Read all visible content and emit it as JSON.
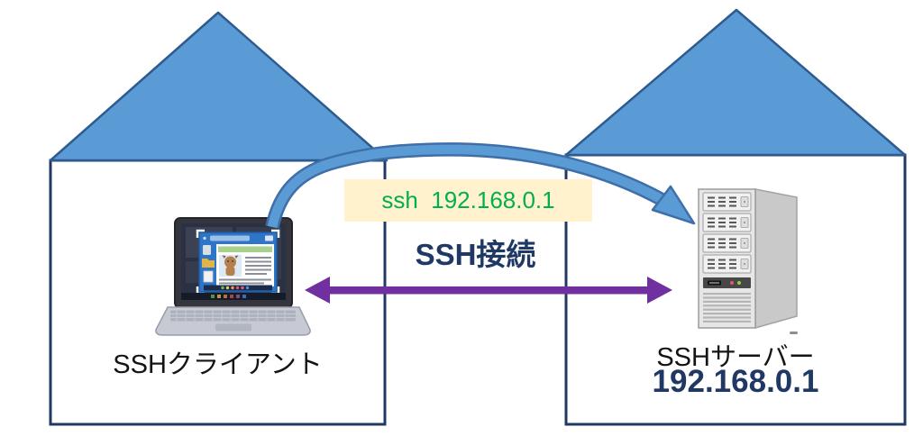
{
  "scene": {
    "left_house": {
      "device": "laptop",
      "label": "SSHクライアント"
    },
    "right_house": {
      "device": "server-tower",
      "label": "SSHサーバー",
      "ip": "192.168.0.1"
    },
    "ssh_command_badge": {
      "text": "ssh  192.168.0.1",
      "background": "#FFF2CC",
      "text_color": "#00B050"
    },
    "connection_label": {
      "text": "SSH接続",
      "color": "#1F3864"
    },
    "arrows": {
      "curved_command_arrow": {
        "direction": "client-to-server",
        "fill": "#5B9BD5",
        "stroke": "#3F6FA8"
      },
      "connection_arrow": {
        "direction": "bidirectional",
        "color": "#7030A0"
      }
    },
    "colors": {
      "roof_fill": "#5B9BD5",
      "roof_stroke": "#2E5B8F",
      "house_border": "#1F3864",
      "ip_text": "#1F3864"
    }
  }
}
